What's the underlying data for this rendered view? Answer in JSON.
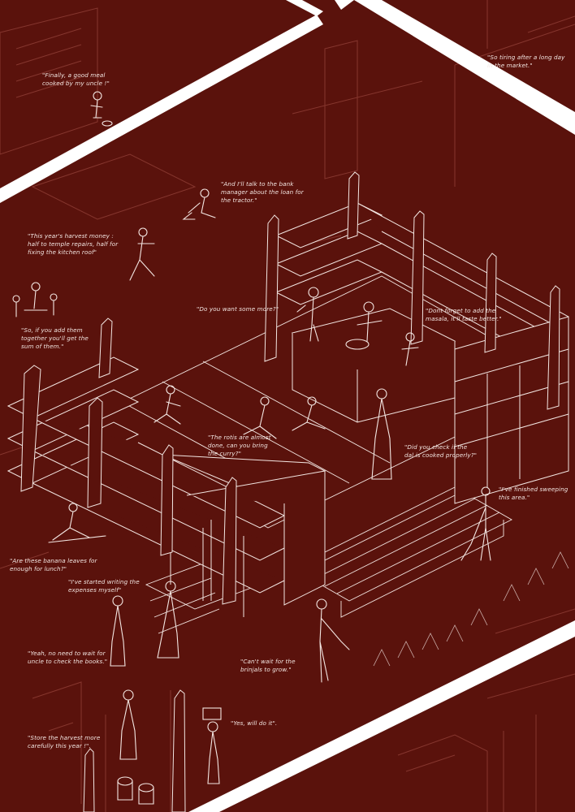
{
  "colors": {
    "background": "#5a120c",
    "line": "#f3e6e2",
    "band": "#ffffff",
    "faint": "#8a3a32"
  },
  "icons": [
    "person-figure",
    "shelf-unit",
    "pillar",
    "lamp-post",
    "plant",
    "broom",
    "watering-can",
    "pot"
  ],
  "quotes": {
    "good_meal": "\"Finally, a good meal cooked by my uncle !\"",
    "tiring": "\"So tiring after a long day in the market.\"",
    "bank_manager": "\"And I'll talk to the bank manager about the loan for the tractor.\"",
    "harvest_money": "\"This year's harvest money : half to temple repairs, half for fixing the kitchen roof\"",
    "want_more": "\"Do you want some more?\"",
    "masala": "\"Dont forget to add the masala, it'll taste better.\"",
    "sum": "\"So, if you add them together you'll get the sum of them.\"",
    "rotis": "\"The rotis are almost done, can you bring the curry?\"",
    "dal": "\"Did you check if the dal is cooked properly?\"",
    "sweeping": "\"I've finished sweeping this area.\"",
    "banana_leaves": "\"Are these banana leaves for enough for lunch?\"",
    "expenses": "\"I've started writing the expenses myself\"",
    "uncle_books": "\"Yeah, no need to wait for uncle to check the books.\"",
    "brinjals": "\"Can't wait for the brinjals to grow.\"",
    "will_do": "\"Yes, will do it\".",
    "store_harvest": "\"Store the harvest more carefully this year !\"."
  }
}
